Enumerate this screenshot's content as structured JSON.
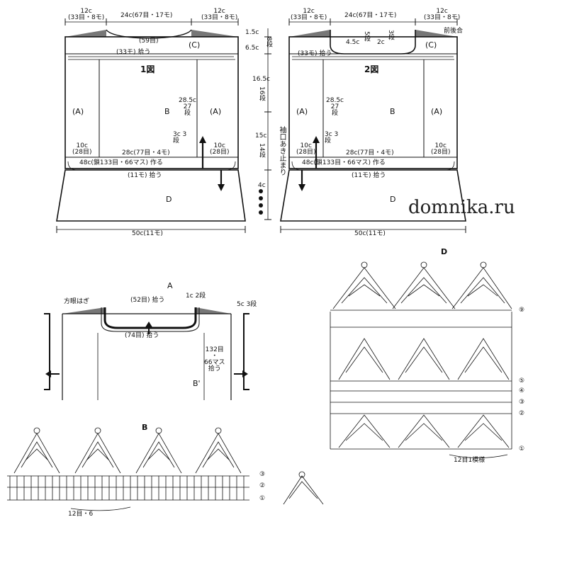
{
  "watermark": "domnika.ru",
  "fig1": {
    "title": "1図",
    "top_left": "12c\n(33目・8モ)",
    "top_mid": "24c(67目・17モ)",
    "top_right": "12c\n(33目・8モ)",
    "neck": "(59目)",
    "pickup": "(33モ) 拾う",
    "section_c": "(C)",
    "section_a_left": "(A)",
    "section_b": "B",
    "section_a_right": "(A)",
    "h_b": "28.5c\n27\n段",
    "h_3c": "3c 3\n段",
    "w_a_left": "10c\n(28目)",
    "w_mid": "28c(77目・4モ)",
    "w_a_right": "10c\n(28目)",
    "chain": "48c(鎖133目・66マス) 作る",
    "pickup_bottom": "(11モ) 拾う",
    "section_d": "D",
    "bottom": "50c(11モ)"
  },
  "side_dims": [
    "1.5c",
    "6.5c",
    "16.5c",
    "15c",
    "4c"
  ],
  "side_rows": [
    "8段",
    "16段",
    "14段"
  ],
  "side_note": "袖口あき止まり",
  "fig2": {
    "title": "2図",
    "top_left": "12c\n(33目・8モ)",
    "top_mid": "24c(67目・17モ)",
    "top_right": "12c\n(33目・8モ)",
    "shoulder": "前後合",
    "neck_depth": "4.5c",
    "neck_rows": "5段",
    "neck_side": "2c",
    "neck_side_rows": "3段",
    "pickup": "(33モ) 拾う",
    "section_c": "(C)",
    "section_a_left": "(A)",
    "section_b": "B",
    "section_a_right": "(A)",
    "h_b": "28.5c\n27\n段",
    "h_3c": "3c 3\n段",
    "w_a_left": "10c\n(28目)",
    "w_mid": "28c(77目・4モ)",
    "w_a_right": "10c\n(28目)",
    "chain": "48c(鎖133目・66マス) 作る",
    "pickup_bottom": "(11モ) 拾う",
    "section_d": "D",
    "bottom": "50c(11モ)"
  },
  "figA": {
    "title": "A",
    "seam": "方眼はぎ",
    "neck_pickup": "(52目) 拾う",
    "rows": "1c 2段",
    "collar_pickup": "(74目) 拾う",
    "sleeve": "5c 3段",
    "sleeve_pickup": "132目\n・\n66マス\n拾う",
    "b_label": "B'"
  },
  "figB": {
    "title": "B",
    "rows": [
      "③",
      "②",
      "①"
    ],
    "repeat": "12目・6"
  },
  "figD": {
    "title": "D",
    "rows": [
      "⑨",
      "⑤",
      "④",
      "③",
      "②",
      "①"
    ],
    "repeat": "12目1模様"
  }
}
